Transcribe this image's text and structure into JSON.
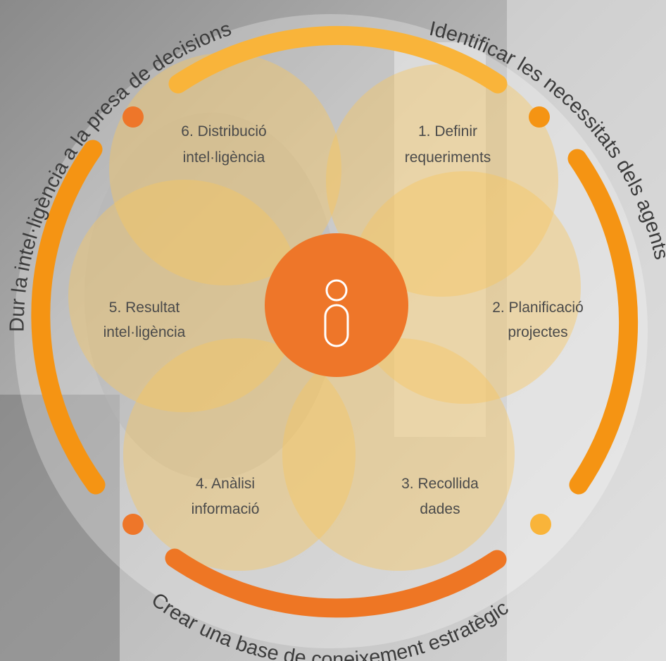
{
  "colors": {
    "yellow": "#f9b43a",
    "orange": "#f59413",
    "deep_orange": "#ee7624",
    "petal": "#f7c55d",
    "center": "#ee7629"
  },
  "outer_labels": {
    "top_right": "Identificar les necessitats dels agents",
    "bottom": "Crear una base de coneixement estratègic",
    "left": "Dur la intel·ligència a la presa de decisions"
  },
  "steps": [
    {
      "line1": "1. Definir",
      "line2": "requeriments"
    },
    {
      "line1": "2. Planificació",
      "line2": "projectes"
    },
    {
      "line1": "3. Recollida",
      "line2": "dades"
    },
    {
      "line1": "4. Anàlisi",
      "line2": "informació"
    },
    {
      "line1": "5. Resultat",
      "line2": "intel·ligència"
    },
    {
      "line1": "6. Distribució",
      "line2": "intel·ligència"
    }
  ],
  "center_icon": "info-icon"
}
